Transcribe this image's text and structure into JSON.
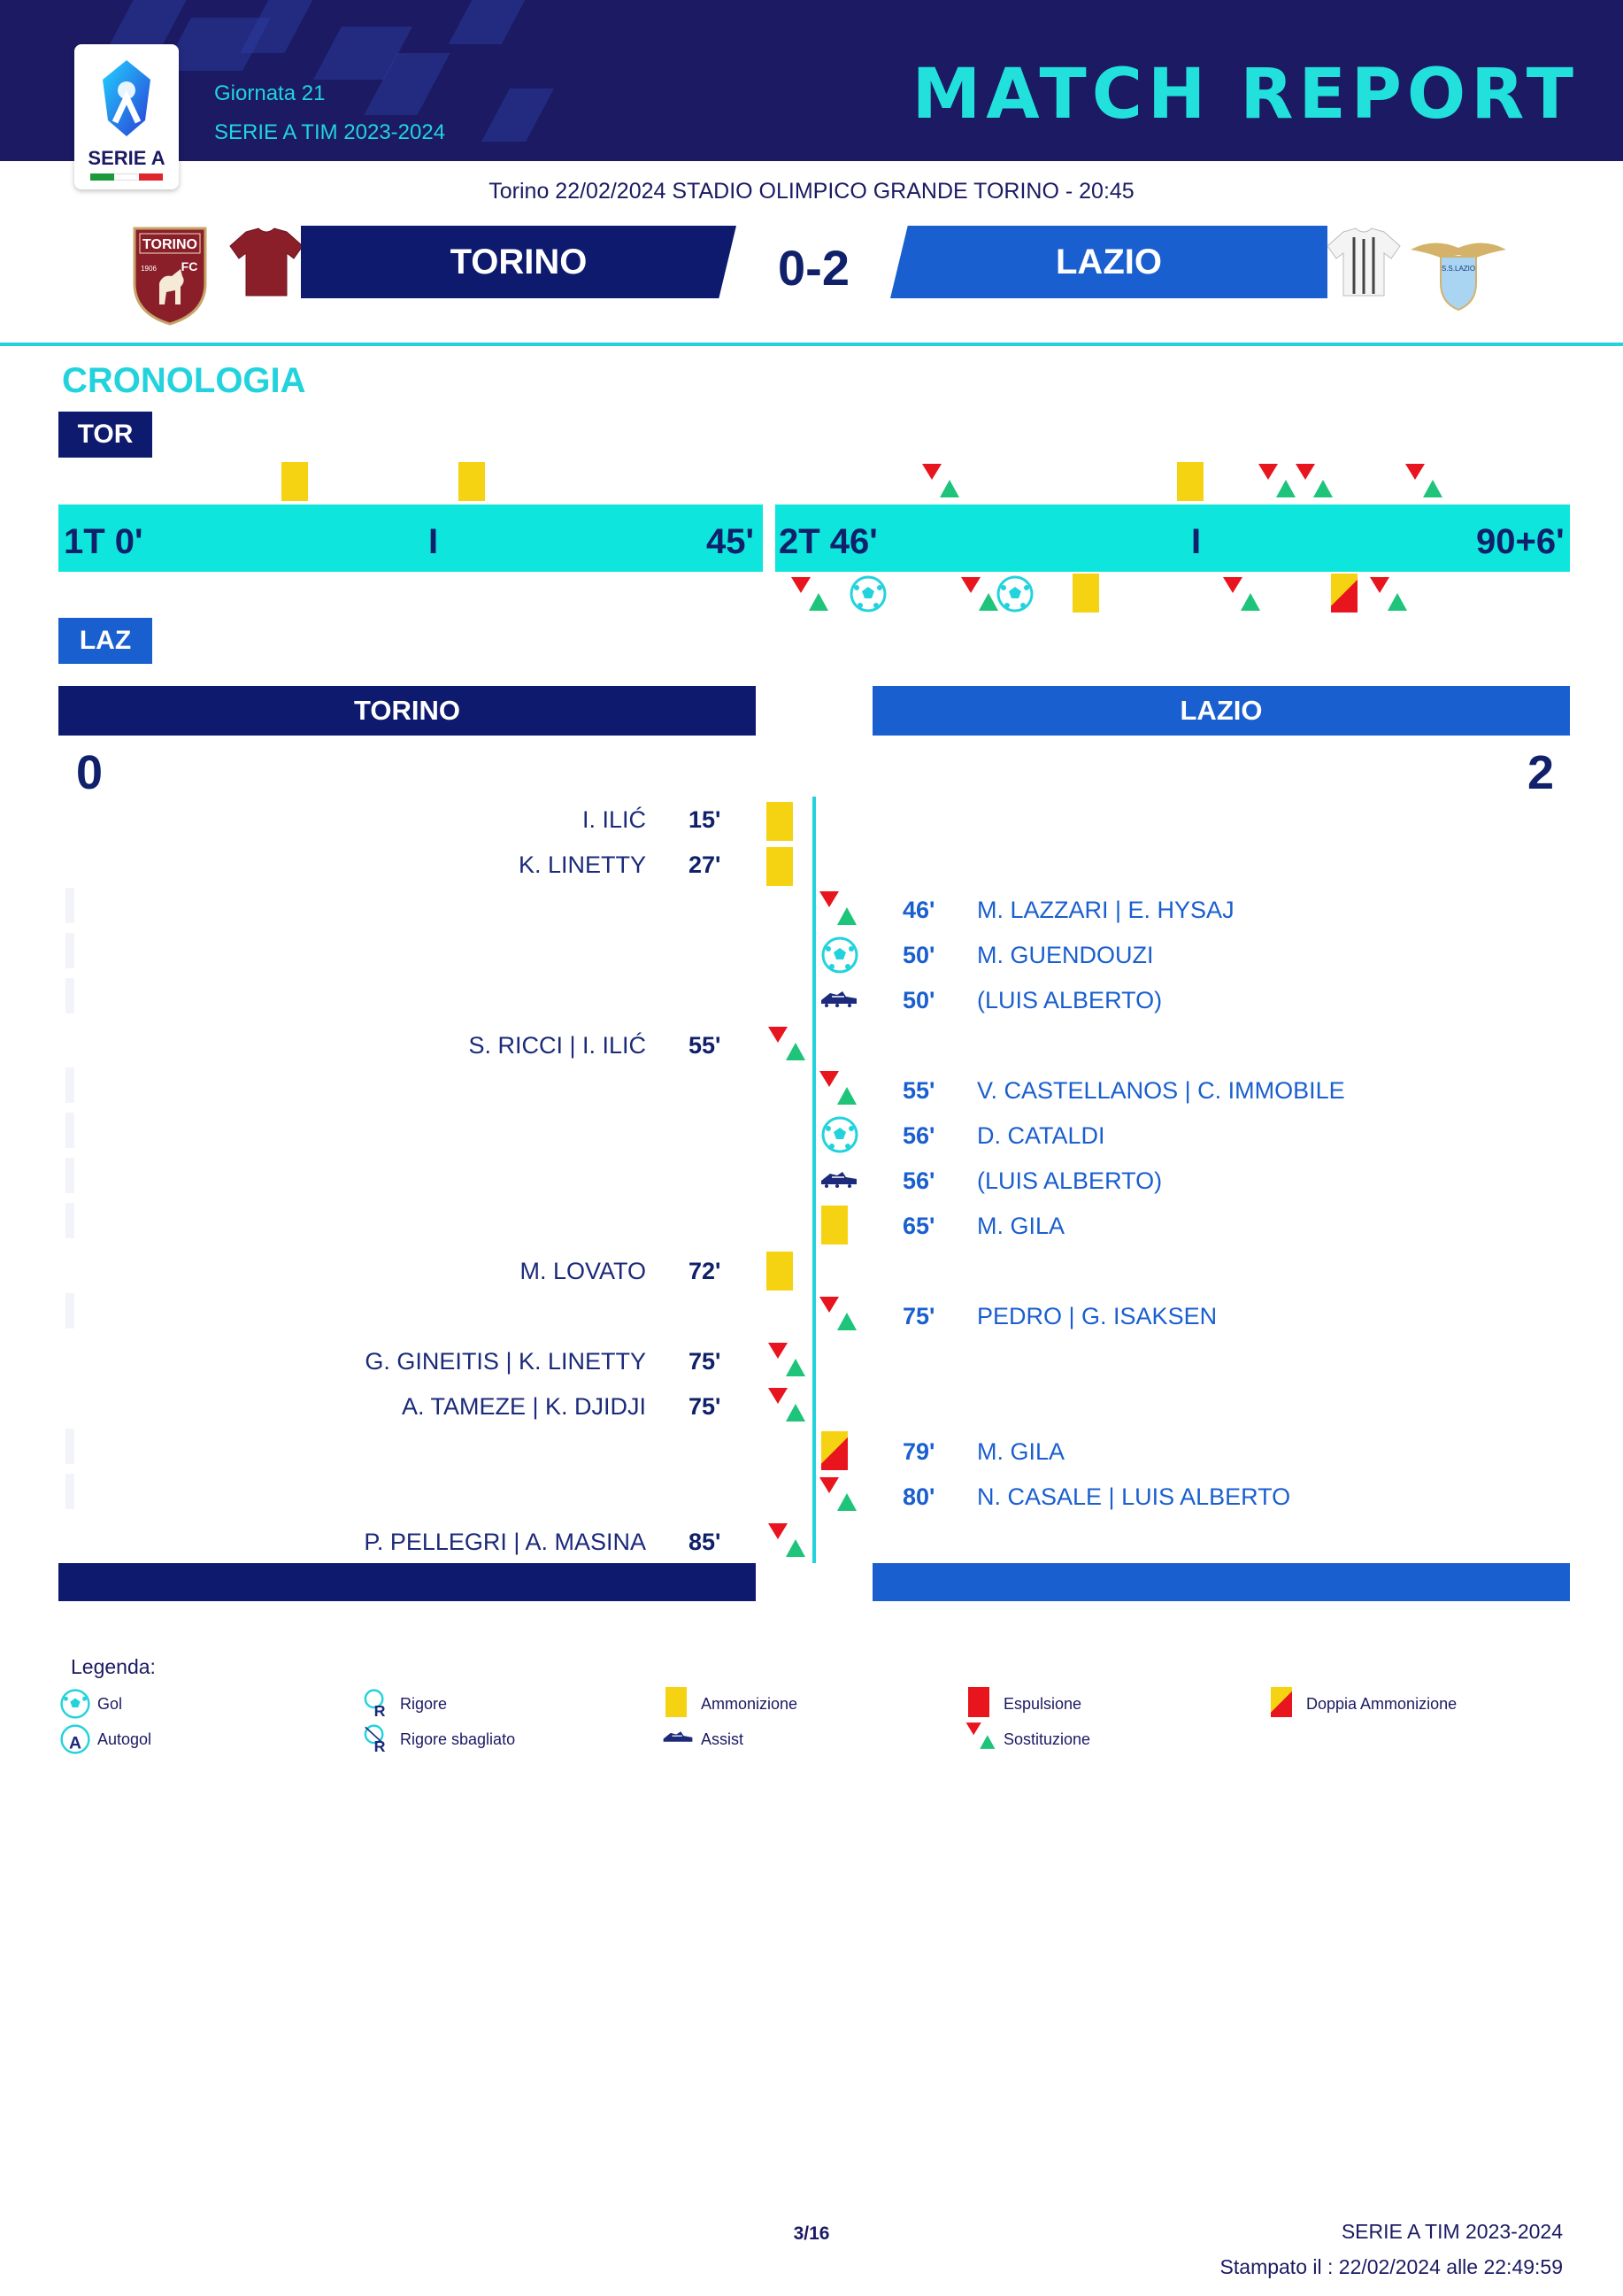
{
  "header": {
    "round": "Giornata 21",
    "season": "SERIE A TIM 2023-2024",
    "title": "MATCH REPORT",
    "logo_text": "SERIE A"
  },
  "match": {
    "info": "Torino 22/02/2024 STADIO OLIMPICO GRANDE TORINO - 20:45",
    "home": "TORINO",
    "away": "LAZIO",
    "score": "0-2",
    "home_goals": "0",
    "away_goals": "2",
    "home_crest_text": "TORINO",
    "home_crest_sub": "FC",
    "home_crest_year": "1906",
    "away_crest_text": "S.S.LAZIO"
  },
  "timeline": {
    "section_title": "CRONOLOGIA",
    "home_code": "TOR",
    "away_code": "LAZ",
    "first_half_start": "1T 0'",
    "first_half_end": "45'",
    "second_half_start": "2T 46'",
    "second_half_end": "90+6'",
    "separator": "I"
  },
  "events": {
    "home": [
      {
        "player": "I. ILIĆ",
        "minute": "15'",
        "type": "yellow"
      },
      {
        "player": "K. LINETTY",
        "minute": "27'",
        "type": "yellow"
      },
      {
        "player": "S. RICCI | I. ILIĆ",
        "minute": "55'",
        "type": "sub"
      },
      {
        "player": "M. LOVATO",
        "minute": "72'",
        "type": "yellow"
      },
      {
        "player": "G. GINEITIS | K. LINETTY",
        "minute": "75'",
        "type": "sub"
      },
      {
        "player": "A. TAMEZE | K. DJIDJI",
        "minute": "75'",
        "type": "sub"
      },
      {
        "player": "P. PELLEGRI | A. MASINA",
        "minute": "85'",
        "type": "sub"
      }
    ],
    "away": [
      {
        "player": "M. LAZZARI | E. HYSAJ",
        "minute": "46'",
        "type": "sub"
      },
      {
        "player": "M. GUENDOUZI",
        "minute": "50'",
        "type": "goal"
      },
      {
        "player": "(LUIS ALBERTO)",
        "minute": "50'",
        "type": "assist"
      },
      {
        "player": "V. CASTELLANOS | C. IMMOBILE",
        "minute": "55'",
        "type": "sub"
      },
      {
        "player": "D. CATALDI",
        "minute": "56'",
        "type": "goal"
      },
      {
        "player": "(LUIS ALBERTO)",
        "minute": "56'",
        "type": "assist"
      },
      {
        "player": "M. GILA",
        "minute": "65'",
        "type": "yellow"
      },
      {
        "player": "PEDRO | G. ISAKSEN",
        "minute": "75'",
        "type": "sub"
      },
      {
        "player": "M. GILA",
        "minute": "79'",
        "type": "second-yellow"
      },
      {
        "player": "N. CASALE | LUIS ALBERTO",
        "minute": "80'",
        "type": "sub"
      }
    ]
  },
  "legend": {
    "title": "Legenda:",
    "goal": "Gol",
    "own_goal": "Autogol",
    "penalty": "Rigore",
    "missed_penalty": "Rigore sbagliato",
    "yellow": "Ammonizione",
    "assist": "Assist",
    "red": "Espulsione",
    "sub": "Sostituzione",
    "double_yellow": "Doppia Ammonizione",
    "penalty_mark": "R",
    "own_goal_mark": "A"
  },
  "footer": {
    "page": "3/16",
    "season": "SERIE A TIM 2023-2024",
    "printed": "Stampato il : 22/02/2024 alle 22:49:59"
  },
  "colors": {
    "navy": "#1b1a63",
    "home_blue": "#0d1a6e",
    "away_blue": "#1a5fcf",
    "cyan": "#22d3dd",
    "yellow": "#f6d312",
    "red": "#e8141e",
    "green": "#1ec47a",
    "torino_maroon": "#8a1f2a"
  }
}
